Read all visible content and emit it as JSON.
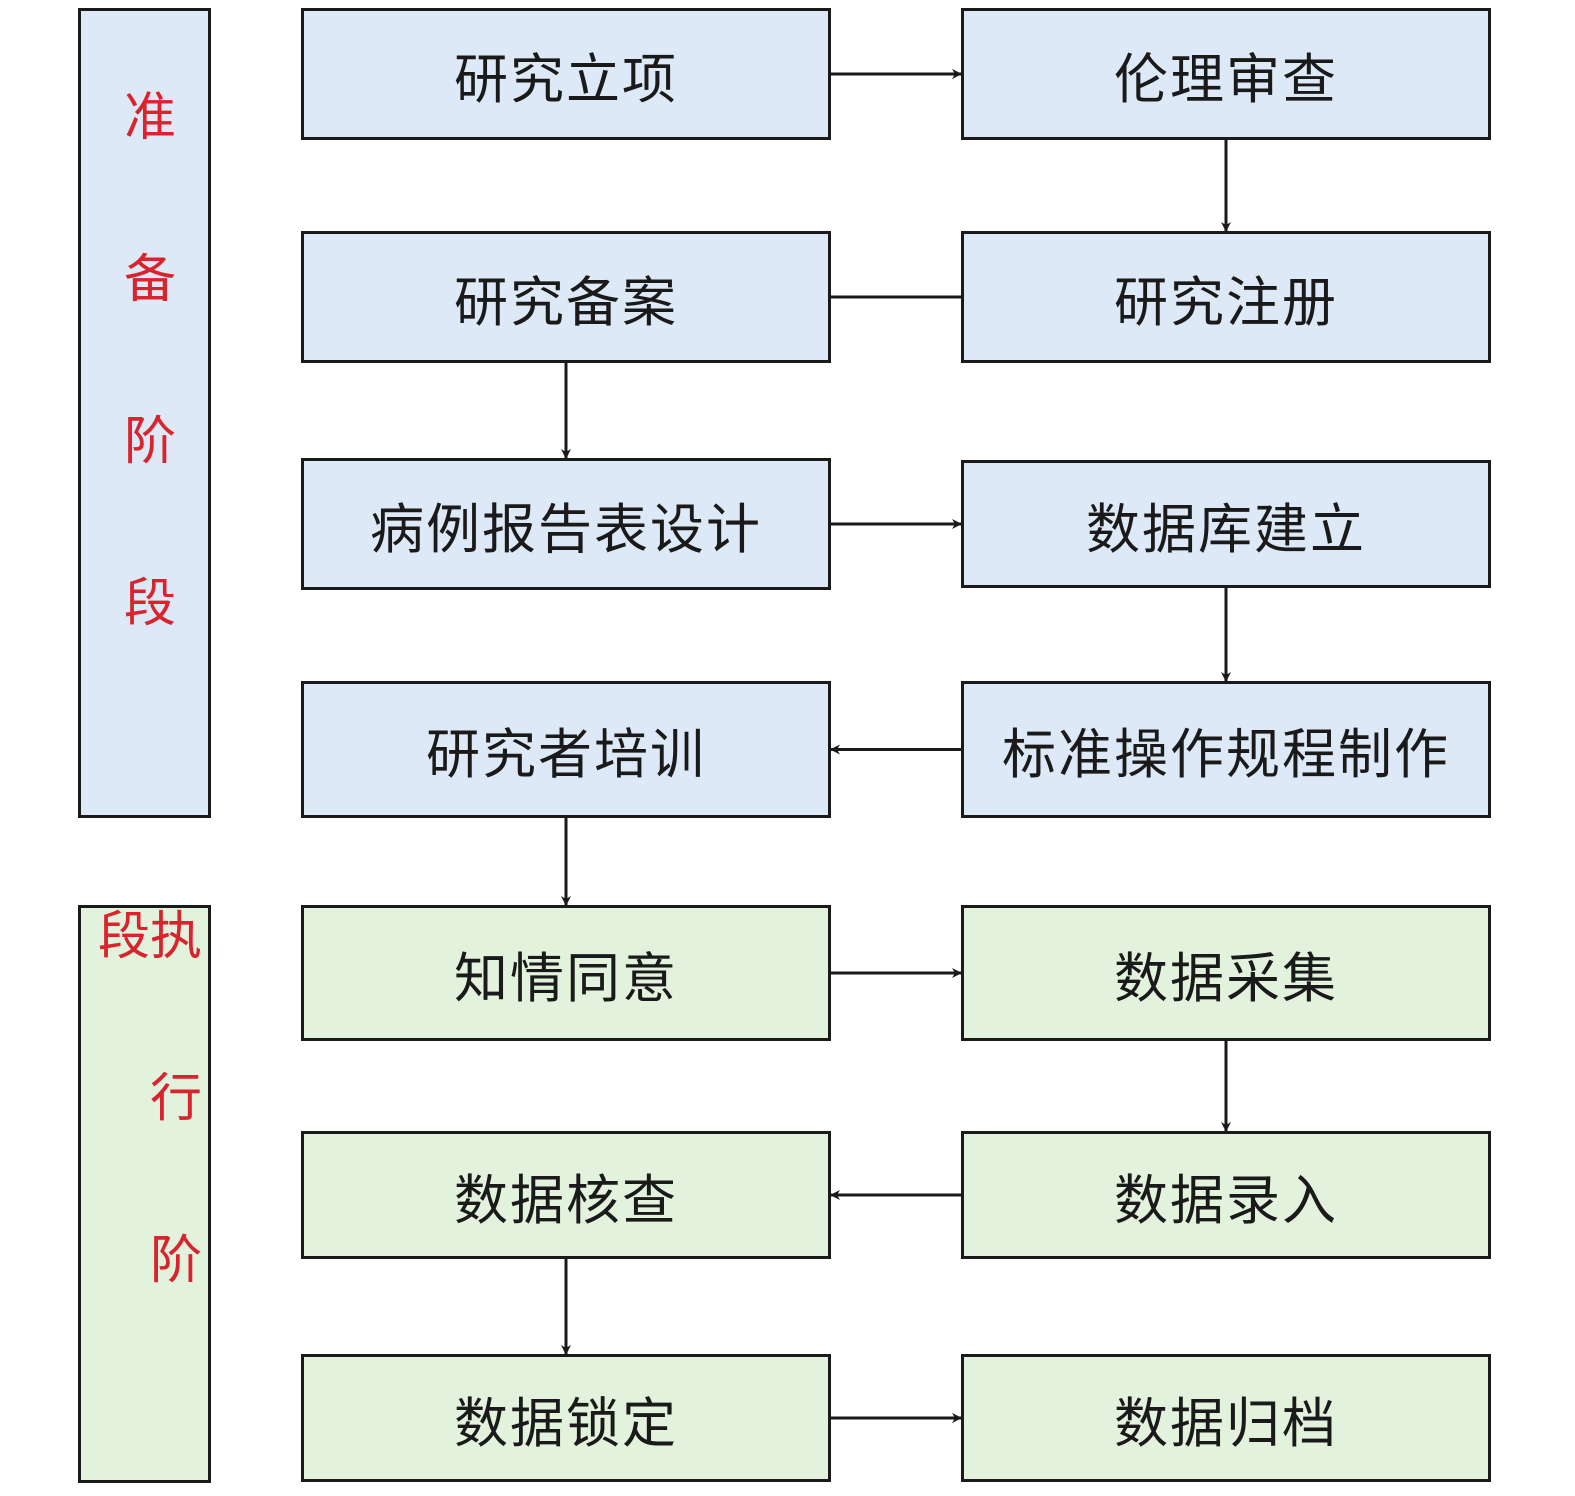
{
  "colors": {
    "prep_fill": "#dde9f6",
    "exec_fill": "#e3f2dc",
    "phase_text": "#d9232d",
    "line": "#1a1a1a"
  },
  "phases": {
    "prep": "准备阶段",
    "exec": "执行阶段"
  },
  "nodes": {
    "n1": "研究立项",
    "n2": "伦理审查",
    "n3": "研究备案",
    "n4": "研究注册",
    "n5": "病例报告表设计",
    "n6": "数据库建立",
    "n7": "研究者培训",
    "n8": "标准操作规程制作",
    "n9": "知情同意",
    "n10": "数据采集",
    "n11": "数据核查",
    "n12": "数据录入",
    "n13": "数据锁定",
    "n14": "数据归档"
  },
  "edges": [
    {
      "from": "n1",
      "to": "n2",
      "arrow": true
    },
    {
      "from": "n2",
      "to": "n4",
      "arrow": true
    },
    {
      "from": "n4",
      "to": "n3",
      "arrow": false
    },
    {
      "from": "n3",
      "to": "n5",
      "arrow": true
    },
    {
      "from": "n5",
      "to": "n6",
      "arrow": true
    },
    {
      "from": "n6",
      "to": "n8",
      "arrow": true
    },
    {
      "from": "n8",
      "to": "n7",
      "arrow": true
    },
    {
      "from": "n7",
      "to": "n9",
      "arrow": true
    },
    {
      "from": "n9",
      "to": "n10",
      "arrow": true
    },
    {
      "from": "n10",
      "to": "n12",
      "arrow": true
    },
    {
      "from": "n12",
      "to": "n11",
      "arrow": true
    },
    {
      "from": "n11",
      "to": "n13",
      "arrow": true
    },
    {
      "from": "n13",
      "to": "n14",
      "arrow": true
    }
  ]
}
